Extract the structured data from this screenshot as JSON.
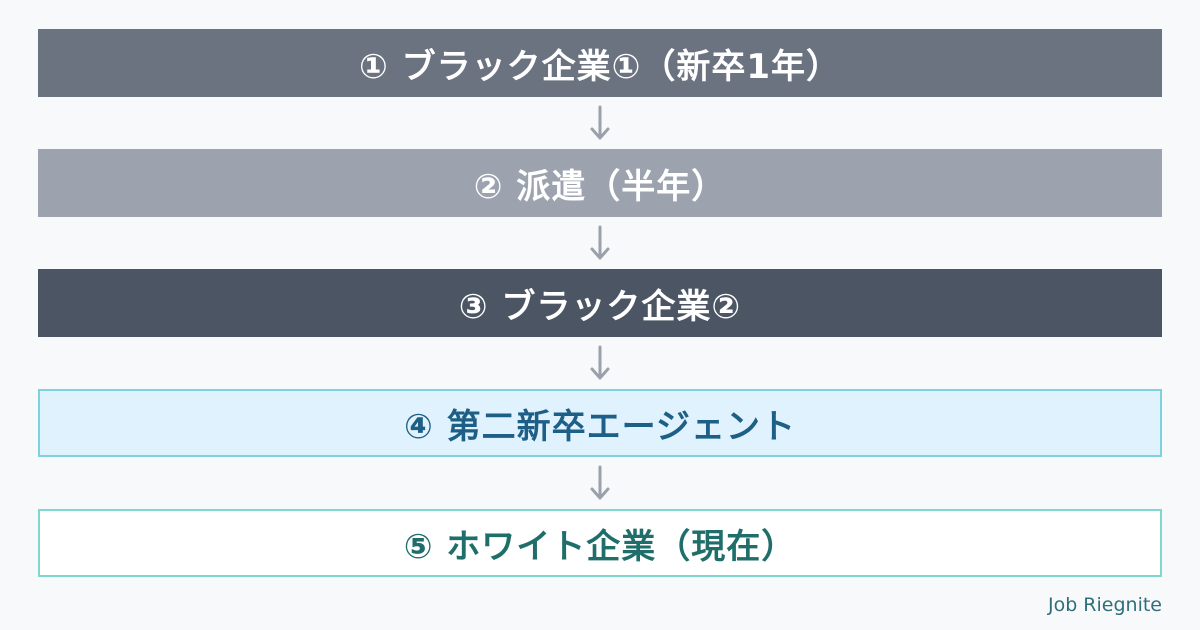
{
  "steps": [
    {
      "label": "① ブラック企業①（新卒1年）"
    },
    {
      "label": "② 派遣（半年）"
    },
    {
      "label": "③ ブラック企業②"
    },
    {
      "label": "④ 第二新卒エージェント"
    },
    {
      "label": "⑤ ホワイト企業（現在）"
    }
  ],
  "brand": "Job Riegnite",
  "colors": {
    "background": "#f8f9fb",
    "step_1": "#6b7280",
    "step_2": "#9ca3af",
    "step_3": "#4b5563",
    "step_4_fill": "#e0f2fe",
    "step_4_border": "#7dd3dc",
    "step_5_fill": "#ffffff",
    "step_5_border": "#7dd8cf",
    "arrow": "#9aa1ab"
  },
  "icons": {
    "connector": "arrow-down-icon"
  }
}
